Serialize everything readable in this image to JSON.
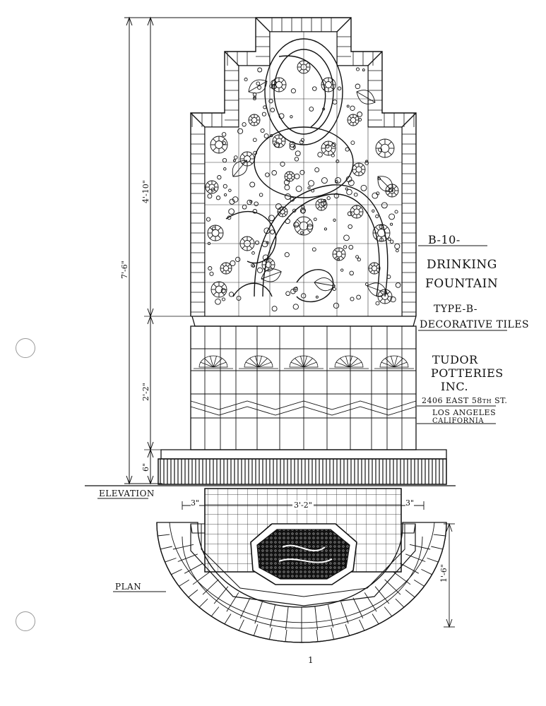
{
  "title_block": {
    "sheet_number": "B-10-",
    "title_line1": "DRINKING",
    "title_line2": "FOUNTAIN",
    "type": "TYPE-B-",
    "subtitle": "DECORATIVE TILES",
    "company_line1": "TUDOR",
    "company_line2": "POTTERIES",
    "company_line3": "INC.",
    "address_line1": "2406 EAST 58th ST.",
    "address_line2": "LOS ANGELES",
    "address_line3": "CALIFORNIA"
  },
  "views": {
    "elevation_label": "ELEVATION",
    "plan_label": "PLAN"
  },
  "dimensions": {
    "overall_height": "7'-6\"",
    "panel_height": "4'-10\"",
    "base_height": "2'-2\"",
    "plinth_height": "6\"",
    "plan_width": "3'-2\"",
    "plan_left_offset": "3\"",
    "plan_right_offset": "3\"",
    "plan_depth": "1'-6\""
  },
  "page_mark": "1",
  "colors": {
    "ink": "#111111",
    "paper": "#ffffff"
  }
}
